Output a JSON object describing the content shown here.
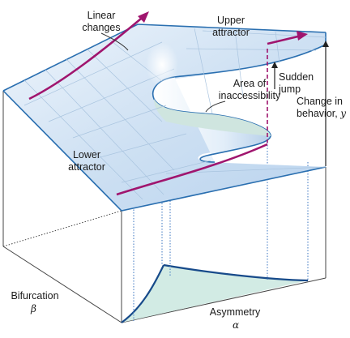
{
  "labels": {
    "linear_changes": "Linear\nchanges",
    "upper_attractor": "Upper\nattractor",
    "area_inaccessibility": "Area of\ninaccessibility",
    "sudden_jump": "Sudden\njump",
    "change_in_behavior": "Change in\nbehavior, ",
    "change_in_behavior_var": "y",
    "lower_attractor": "Lower\nattractor",
    "bifurcation": "Bifurcation",
    "bifurcation_var": "β",
    "asymmetry": "Asymmetry",
    "asymmetry_var": "α"
  },
  "colors": {
    "surface_fill": "#d6e6f5",
    "surface_edge": "#2a6fb0",
    "grid": "#9bbbd8",
    "arrow_magenta": "#a0156e",
    "fold_fill": "#cfe5df",
    "box_line": "#444444",
    "dotted": "#3a74c0"
  }
}
